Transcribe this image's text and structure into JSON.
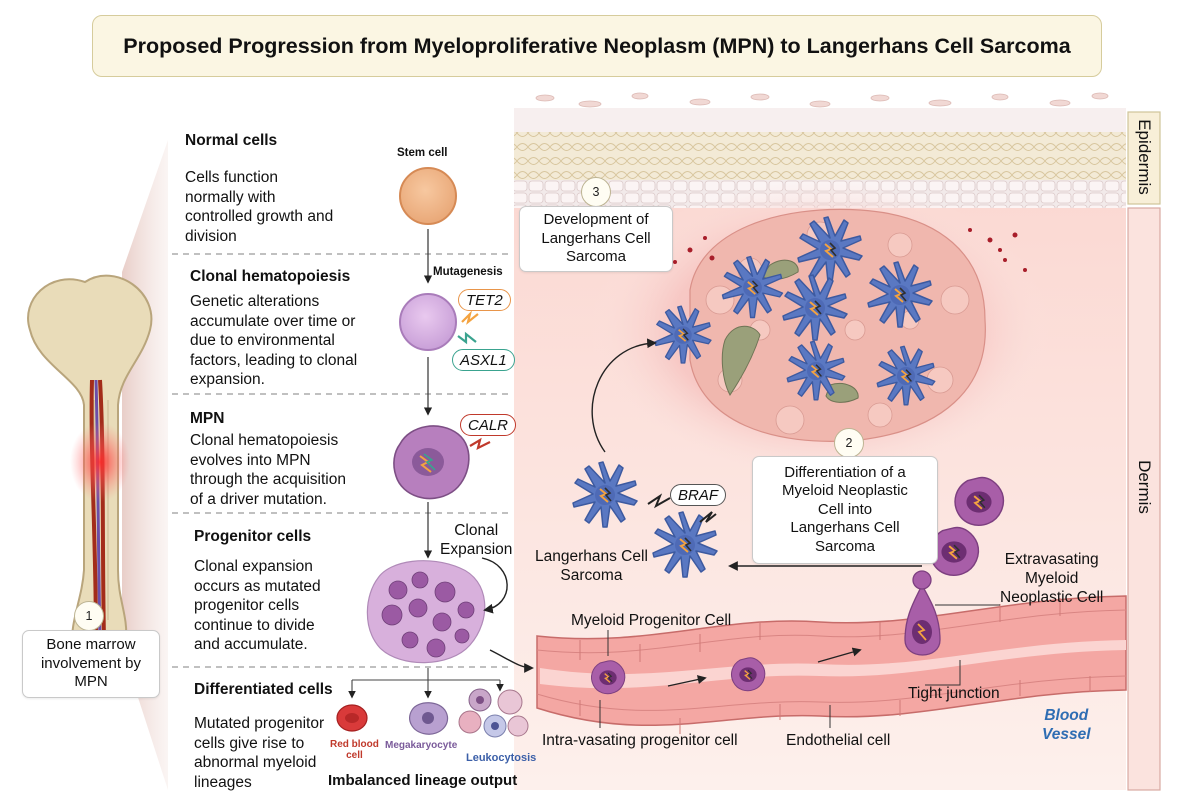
{
  "title": "Proposed Progression from Myeloproliferative Neoplasm (MPN)  to Langerhans Cell Sarcoma",
  "stages": [
    {
      "heading": "Normal cells",
      "description": "Cells function\nnormally with\ncontrolled growth and\ndivision"
    },
    {
      "heading": "Clonal hematopoiesis",
      "description": "Genetic alterations\naccumulate over time or\ndue to environmental\nfactors, leading to clonal\nexpansion."
    },
    {
      "heading": "MPN",
      "description": "Clonal hematopoiesis\nevolves into MPN\nthrough the acquisition\nof a driver mutation."
    },
    {
      "heading": "Progenitor cells",
      "description": "Clonal expansion\noccurs as mutated\nprogenitor cells\ncontinue to divide\nand accumulate."
    },
    {
      "heading": "Differentiated cells",
      "description": "Mutated progenitor\ncells give rise to\nabnormal myeloid\nlineages"
    }
  ],
  "cell_labels": {
    "stem_cell": "Stem cell",
    "mutagenesis": "Mutagenesis",
    "clonal_expansion": "Clonal\nExpansion",
    "red_blood_cell": "Red blood\ncell",
    "megakaryocyte": "Megakaryocyte",
    "leukocytosis": "Leukocytosis",
    "imbalanced": "Imbalanced lineage output"
  },
  "genes": {
    "tet2": "TET2",
    "asxl1": "ASXL1",
    "calr": "CALR",
    "braf": "BRAF"
  },
  "steps": [
    {
      "number": "1",
      "label": "Bone marrow\ninvolvement by\nMPN"
    },
    {
      "number": "2",
      "label": "Differentiation of a\nMyeloid Neoplastic\nCell into\nLangerhans Cell\nSarcoma"
    },
    {
      "number": "3",
      "label": "Development of\nLangerhans Cell\nSarcoma"
    }
  ],
  "tissue_labels": {
    "epidermis": "Epidermis",
    "dermis": "Dermis",
    "langerhans_cell_sarcoma": "Langerhans Cell\nSarcoma",
    "extravasating": "Extravasating\nMyeloid\nNeoplastic Cell",
    "myeloid_progenitor": "Myeloid Progenitor Cell",
    "tight_junction": "Tight junction",
    "intra_vasating": "Intra-vasating progenitor cell",
    "endothelial": "Endothelial cell",
    "blood_vessel": "Blood\nVessel"
  },
  "colors": {
    "title_bg": "#fbf6e3",
    "tet2_border": "#e8954a",
    "asxl1_border": "#3aa38f",
    "calr_border": "#c0392b",
    "braf_border": "#555555",
    "red_label": "#c0392b",
    "purple_label": "#7a5a9a",
    "blue_label": "#3b5fa8",
    "vessel_label": "#2f6db3"
  }
}
